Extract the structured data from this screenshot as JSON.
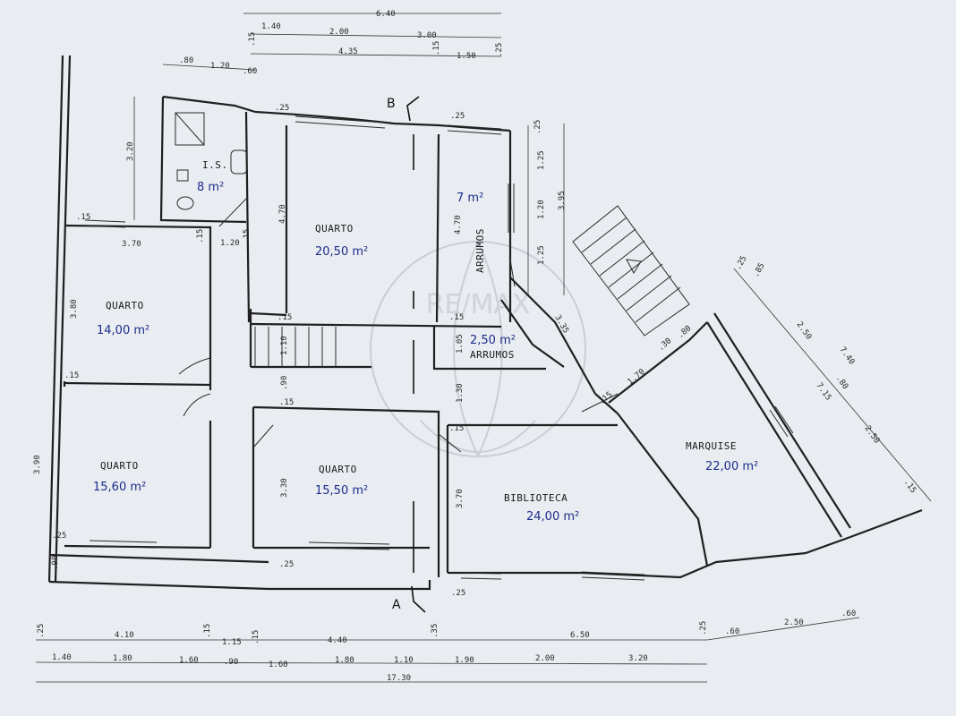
{
  "rooms": {
    "quarto_top": {
      "name": "QUARTO",
      "area": "20,50 m²"
    },
    "quarto_left_top": {
      "name": "QUARTO",
      "area": "14,00 m²"
    },
    "quarto_left_bottom": {
      "name": "QUARTO",
      "area": "15,60 m²"
    },
    "quarto_center_bottom": {
      "name": "QUARTO",
      "area": "15,50 m²"
    },
    "is": {
      "name": "I.S.",
      "area": "8 m²"
    },
    "arrumos_top": {
      "name": "ARRUMOS",
      "area": "7 m²"
    },
    "arrumos_mid": {
      "name": "ARRUMOS",
      "area": "2,50 m²"
    },
    "biblioteca": {
      "name": "BIBLIOTECA",
      "area": "24,00 m²"
    },
    "marquise": {
      "name": "MARQUISE",
      "area": "22,00 m²"
    }
  },
  "section_marks": {
    "top": "B",
    "bottom": "A"
  },
  "top_dims": {
    "row1_total": "6.40",
    "row2": [
      "1.40",
      "2.00",
      "3.00"
    ],
    "row3": [
      "4.35",
      "1.50"
    ],
    "small_a": ".15",
    "small_b": ".15",
    "small_c": ".25",
    "is_row": [
      ".80",
      "1.20",
      ".60"
    ]
  },
  "interior_dims": {
    "is_height": "3.20",
    "d_15a": ".15",
    "d_25a": ".25",
    "d_25b": ".25",
    "quarto_top_h": "4.70",
    "arrumos_h": "4.70",
    "d_370": "3.70",
    "d_15b": ".15",
    "d_120": "1.20",
    "d_15c": ".15",
    "d_380": "3.80",
    "d_15d": ".15",
    "d_15e": ".15",
    "d_15f": ".15",
    "d_110": "1.10",
    "d_105": "1.05",
    "d_90": ".90",
    "d_15g": ".15",
    "d_130": "1.30",
    "d_15h": ".15",
    "d_390": "3.90",
    "d_330": "3.30",
    "d_370b": "3.70",
    "d_25c": ".25",
    "d_90b": ".90",
    "d_25d": ".25",
    "d_25e": ".25",
    "d_335": "3.35",
    "d_170": "1.70",
    "d_30": ".30",
    "d_80": ".80",
    "d_15i": ".15"
  },
  "right_dims": {
    "vertical": [
      ".25",
      "1.25",
      "1.20",
      "1.25"
    ],
    "vertical_total": "3.95",
    "diag_top": [
      ".25",
      ".85"
    ],
    "diag": [
      "2.50",
      ".80",
      "2.50"
    ],
    "diag_total_a": "7.40",
    "diag_total_b": "7.15",
    "diag_end": ".15"
  },
  "bottom_dims": {
    "row1": [
      ".25",
      "4.10",
      ".15",
      "1.15",
      ".15",
      "4.40",
      ".35",
      "6.50",
      ".25",
      ".60",
      "2.50",
      ".60"
    ],
    "row2": [
      "1.40",
      "1.80",
      "1.60",
      ".90",
      "1.60",
      "1.80",
      "1.10",
      "1.90",
      "2.00",
      "3.20"
    ],
    "total": "17.30"
  },
  "watermark": "RE/MAX"
}
